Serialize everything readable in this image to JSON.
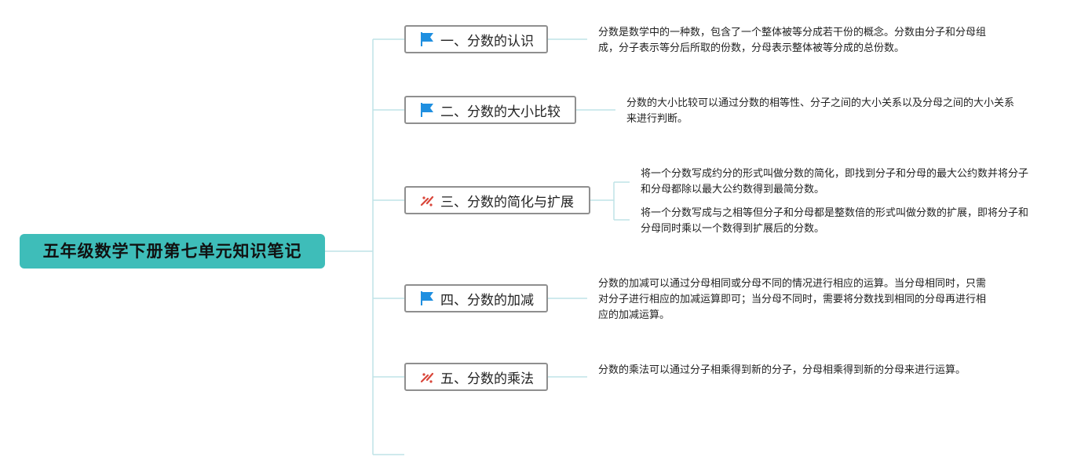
{
  "root": {
    "title": "五年级数学下册第七单元知识笔记"
  },
  "topics": [
    {
      "label": "一、分数的认识",
      "icon": "flag-icon",
      "notes": [
        "分数是数学中的一种数，包含了一个整体被等分成若干份的概念。分数由分子和分母组成，分子表示等分后所取的份数，分母表示整体被等分成的总份数。"
      ]
    },
    {
      "label": "二、分数的大小比较",
      "icon": "flag-icon",
      "notes": [
        "分数的大小比较可以通过分数的相等性、分子之间的大小关系以及分母之间的大小关系来进行判断。"
      ]
    },
    {
      "label": "三、分数的简化与扩展",
      "icon": "tools-icon",
      "notes": [
        "将一个分数写成约分的形式叫做分数的简化，即找到分子和分母的最大公约数并将分子和分母都除以最大公约数得到最简分数。",
        "将一个分数写成与之相等但分子和分母都是整数倍的形式叫做分数的扩展，即将分子和分母同时乘以一个数得到扩展后的分数。"
      ]
    },
    {
      "label": "四、分数的加减",
      "icon": "flag-icon",
      "notes": [
        "分数的加减可以通过分母相同或分母不同的情况进行相应的运算。当分母相同时，只需对分子进行相应的加减运算即可；当分母不同时，需要将分数找到相同的分母再进行相应的加减运算。"
      ]
    },
    {
      "label": "五、分数的乘法",
      "icon": "tools-icon",
      "notes": [
        "分数的乘法可以通过分子相乘得到新的分子，分母相乘得到新的分母来进行运算。"
      ]
    }
  ],
  "colors": {
    "root": "#3ebdb9",
    "line": "#bfe3e7",
    "flag": "#1f8fe0",
    "tools": "#d9463a"
  }
}
